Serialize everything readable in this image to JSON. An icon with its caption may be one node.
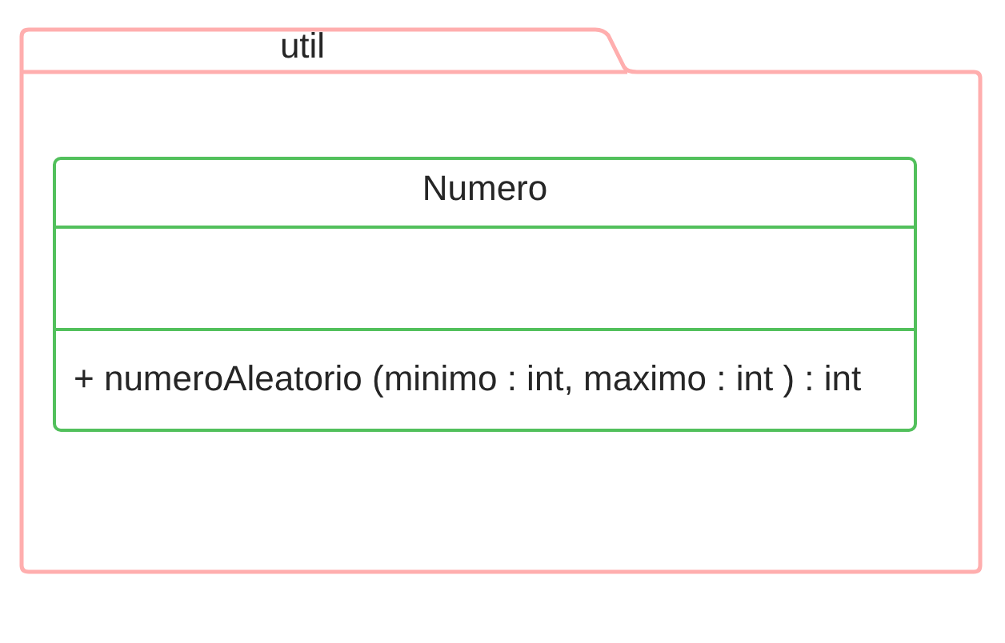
{
  "diagram": {
    "nodes": [
      {
        "text": [
          "util"
        ]
      },
      {
        "text": [
          "Numero",
          "+ numeroAleatorio (minimo : int, maximo : int ) : int"
        ],
        "in": 0
      }
    ]
  }
}
